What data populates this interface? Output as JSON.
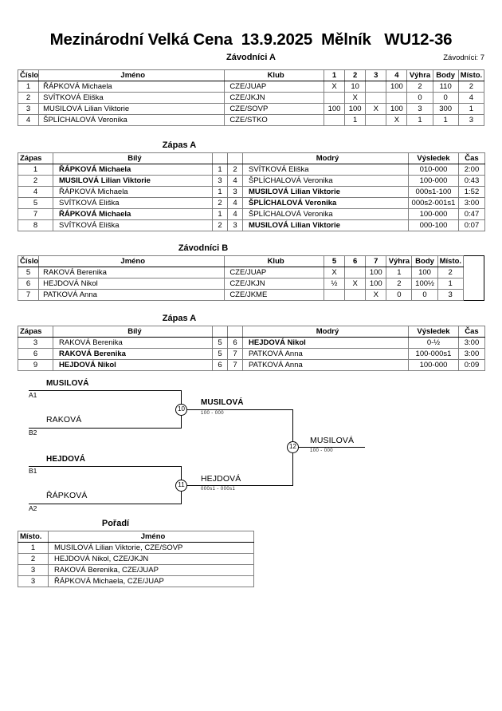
{
  "header": {
    "title": "Mezinárodní Velká Cena  13.9.2025  Mělník   WU12-36",
    "subtitle": "Závodníci A",
    "entrants": "Závodníci: 7"
  },
  "captions": {
    "pool_a_matches": "Zápas A",
    "pool_b": "Závodníci B",
    "pool_b_matches": "Zápas A",
    "ranking": "Pořadí"
  },
  "standings_headers": {
    "num": "Číslo",
    "name": "Jméno",
    "club": "Klub",
    "wins": "Výhra",
    "points": "Body",
    "place": "Místo."
  },
  "pool_a": {
    "opponent_cols": [
      "1",
      "2",
      "3",
      "4"
    ],
    "rows": [
      {
        "num": "1",
        "name": "ŘÁPKOVÁ Michaela",
        "club": "CZE/JUAP",
        "results": [
          "X",
          "10",
          "",
          "100"
        ],
        "wins": "2",
        "points": "110",
        "place": "2"
      },
      {
        "num": "2",
        "name": "SVÍTKOVÁ Eliška",
        "club": "CZE/JKJN",
        "results": [
          "",
          "X",
          "",
          ""
        ],
        "wins": "0",
        "points": "0",
        "place": "4"
      },
      {
        "num": "3",
        "name": "MUSILOVÁ Lilian Viktorie",
        "club": "CZE/SOVP",
        "results": [
          "100",
          "100",
          "X",
          "100"
        ],
        "wins": "3",
        "points": "300",
        "place": "1"
      },
      {
        "num": "4",
        "name": "ŠPLÍCHALOVÁ Veronika",
        "club": "CZE/STKO",
        "results": [
          "",
          "1",
          "",
          "X"
        ],
        "wins": "1",
        "points": "1",
        "place": "3"
      }
    ]
  },
  "pool_b": {
    "opponent_cols": [
      "5",
      "6",
      "7"
    ],
    "rows": [
      {
        "num": "5",
        "name": "RAKOVÁ Berenika",
        "club": "CZE/JUAP",
        "results": [
          "X",
          "",
          "100"
        ],
        "wins": "1",
        "points": "100",
        "place": "2"
      },
      {
        "num": "6",
        "name": "HEJDOVÁ Nikol",
        "club": "CZE/JKJN",
        "results": [
          "½",
          "X",
          "100"
        ],
        "wins": "2",
        "points": "100½",
        "place": "1"
      },
      {
        "num": "7",
        "name": "PATKOVÁ Anna",
        "club": "CZE/JKME",
        "results": [
          "",
          "",
          "X"
        ],
        "wins": "0",
        "points": "0",
        "place": "3"
      }
    ]
  },
  "match_headers": {
    "no": "Zápas",
    "white": "Bílý",
    "blue": "Modrý",
    "result": "Výsledek",
    "time": "Čas"
  },
  "matches_a": [
    {
      "no": "1",
      "white": "ŘÁPKOVÁ Michaela",
      "white_winner": true,
      "n1": "1",
      "n2": "2",
      "blue": "SVÍTKOVÁ Eliška",
      "blue_winner": false,
      "result": "010-000",
      "time": "2:00"
    },
    {
      "no": "2",
      "white": "MUSILOVÁ Lilian Viktorie",
      "white_winner": true,
      "n1": "3",
      "n2": "4",
      "blue": "ŠPLÍCHALOVÁ Veronika",
      "blue_winner": false,
      "result": "100-000",
      "time": "0:43"
    },
    {
      "no": "4",
      "white": "ŘÁPKOVÁ Michaela",
      "white_winner": false,
      "n1": "1",
      "n2": "3",
      "blue": "MUSILOVÁ Lilian Viktorie",
      "blue_winner": true,
      "result": "000s1-100",
      "time": "1:52"
    },
    {
      "no": "5",
      "white": "SVÍTKOVÁ Eliška",
      "white_winner": false,
      "n1": "2",
      "n2": "4",
      "blue": "ŠPLÍCHALOVÁ Veronika",
      "blue_winner": true,
      "result": "000s2-001s1",
      "time": "3:00"
    },
    {
      "no": "7",
      "white": "ŘÁPKOVÁ Michaela",
      "white_winner": true,
      "n1": "1",
      "n2": "4",
      "blue": "ŠPLÍCHALOVÁ Veronika",
      "blue_winner": false,
      "result": "100-000",
      "time": "0:47"
    },
    {
      "no": "8",
      "white": "SVÍTKOVÁ Eliška",
      "white_winner": false,
      "n1": "2",
      "n2": "3",
      "blue": "MUSILOVÁ Lilian Viktorie",
      "blue_winner": true,
      "result": "000-100",
      "time": "0:07"
    }
  ],
  "matches_b": [
    {
      "no": "3",
      "white": "RAKOVÁ Berenika",
      "white_winner": false,
      "n1": "5",
      "n2": "6",
      "blue": "HEJDOVÁ Nikol",
      "blue_winner": true,
      "result": "0-½",
      "time": "3:00"
    },
    {
      "no": "6",
      "white": "RAKOVÁ Berenika",
      "white_winner": true,
      "n1": "5",
      "n2": "7",
      "blue": "PATKOVÁ Anna",
      "blue_winner": false,
      "result": "100-000s1",
      "time": "3:00"
    },
    {
      "no": "9",
      "white": "HEJDOVÁ Nikol",
      "white_winner": true,
      "n1": "6",
      "n2": "7",
      "blue": "PATKOVÁ Anna",
      "blue_winner": false,
      "result": "100-000",
      "time": "0:09"
    }
  ],
  "bracket": {
    "entries": [
      {
        "name": "MUSILOVÁ",
        "seed": "A1"
      },
      {
        "name": "RAKOVÁ",
        "seed": "B2"
      },
      {
        "name": "HEJDOVÁ",
        "seed": "B1"
      },
      {
        "name": "ŘÁPKOVÁ",
        "seed": "A2"
      }
    ],
    "semifinals": [
      {
        "node": "10",
        "winner": "MUSILOVÁ",
        "score": "100 - 000"
      },
      {
        "node": "11",
        "winner": "HEJDOVÁ",
        "score": "000s1 - 000s1"
      }
    ],
    "final": {
      "node": "12",
      "winner": "MUSILOVÁ",
      "score": "100 - 000"
    }
  },
  "ranking_headers": {
    "place": "Místo.",
    "name": "Jméno"
  },
  "ranking": [
    {
      "place": "1",
      "name": "MUSILOVÁ Lilian Viktorie, CZE/SOVP"
    },
    {
      "place": "2",
      "name": "HEJDOVÁ Nikol, CZE/JKJN"
    },
    {
      "place": "3",
      "name": "RAKOVÁ Berenika, CZE/JUAP"
    },
    {
      "place": "3",
      "name": "ŘÁPKOVÁ Michaela, CZE/JUAP"
    }
  ]
}
